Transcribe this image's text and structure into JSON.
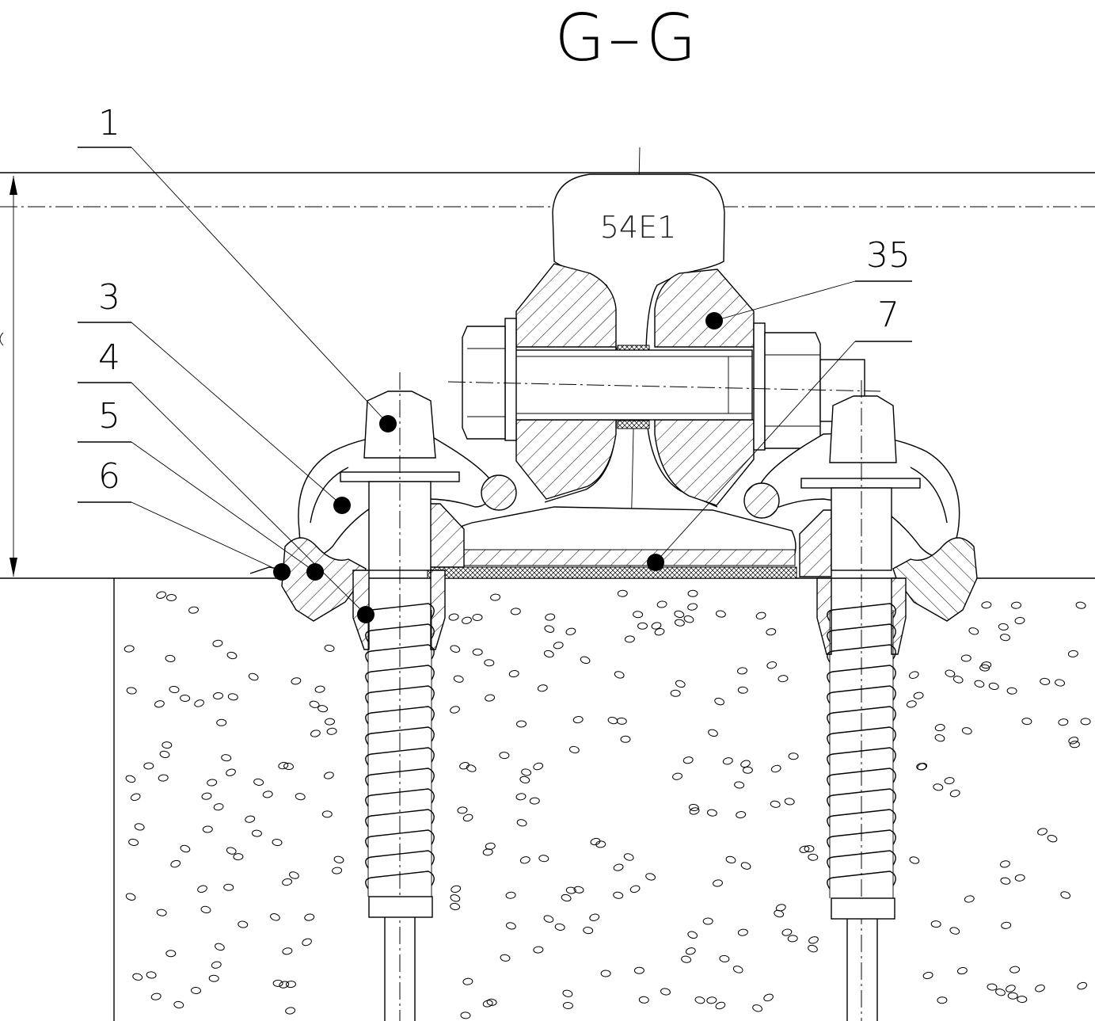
{
  "title": "G–G",
  "rail_label": "54E1",
  "callouts": [
    {
      "id": "1",
      "text": "1"
    },
    {
      "id": "3",
      "text": "3"
    },
    {
      "id": "4",
      "text": "4"
    },
    {
      "id": "5",
      "text": "5"
    },
    {
      "id": "6",
      "text": "6"
    },
    {
      "id": "35",
      "text": "35"
    },
    {
      "id": "7",
      "text": "7"
    }
  ]
}
